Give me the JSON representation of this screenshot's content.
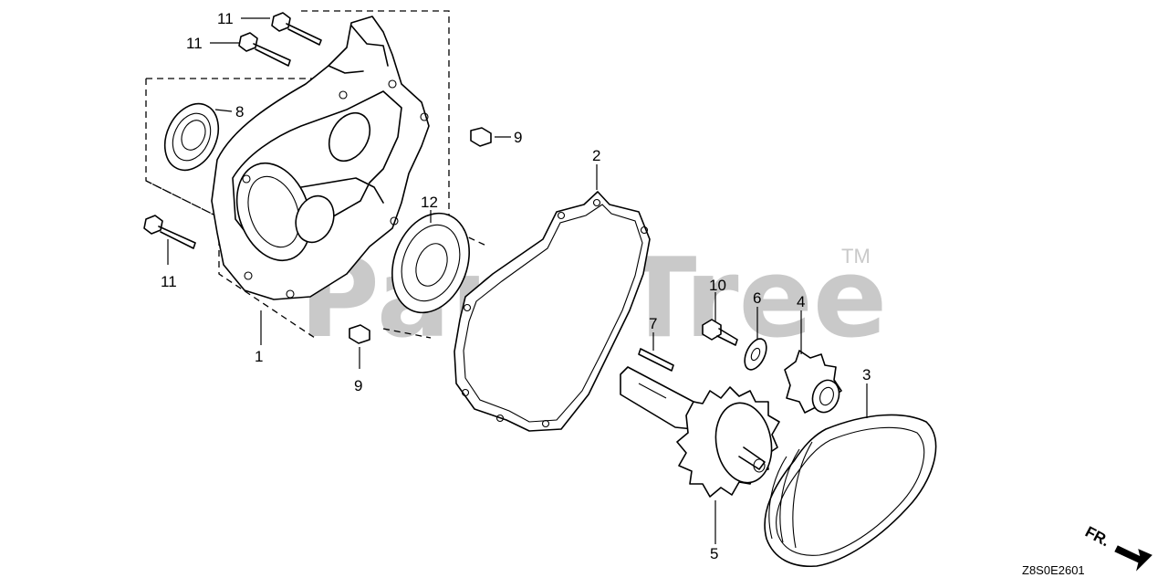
{
  "watermark": {
    "text": "PartsTree",
    "trademark": "TM"
  },
  "diagram_code": "Z8S0E2601",
  "direction_label": "FR.",
  "callouts": {
    "c1": "1",
    "c2": "2",
    "c3": "3",
    "c4": "4",
    "c5": "5",
    "c6": "6",
    "c7": "7",
    "c8": "8",
    "c9a": "9",
    "c9b": "9",
    "c10": "10",
    "c11a": "11",
    "c11b": "11",
    "c11c": "11",
    "c12": "12"
  }
}
